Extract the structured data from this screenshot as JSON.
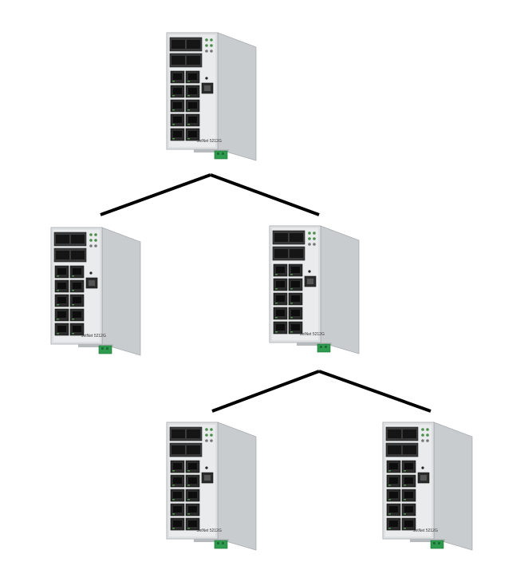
{
  "diagram": {
    "colors": {
      "background": "#ffffff",
      "link": "#000000",
      "front_panel": "#e9ebec",
      "side_panel": "#c9ccce",
      "port": "#2b2b2b",
      "led_green": "#4f8d4f",
      "led_dark": "#777777",
      "terminal_block": "#2e9b4f"
    },
    "nodes": [
      {
        "id": "root",
        "model": "JetNet 5212G",
        "icon": "industrial-switch-icon"
      },
      {
        "id": "level1-left",
        "model": "JetNet 5212G",
        "icon": "industrial-switch-icon"
      },
      {
        "id": "level1-right",
        "model": "JetNet 5212G",
        "icon": "industrial-switch-icon"
      },
      {
        "id": "level2-left",
        "model": "JetNet 5212G",
        "icon": "industrial-switch-icon"
      },
      {
        "id": "level2-right",
        "model": "JetNet 5212G",
        "icon": "industrial-switch-icon"
      }
    ],
    "links": [
      {
        "from": "root",
        "to": "level1-left"
      },
      {
        "from": "root",
        "to": "level1-right"
      },
      {
        "from": "level1-right",
        "to": "level2-left"
      },
      {
        "from": "level1-right",
        "to": "level2-right"
      }
    ]
  }
}
